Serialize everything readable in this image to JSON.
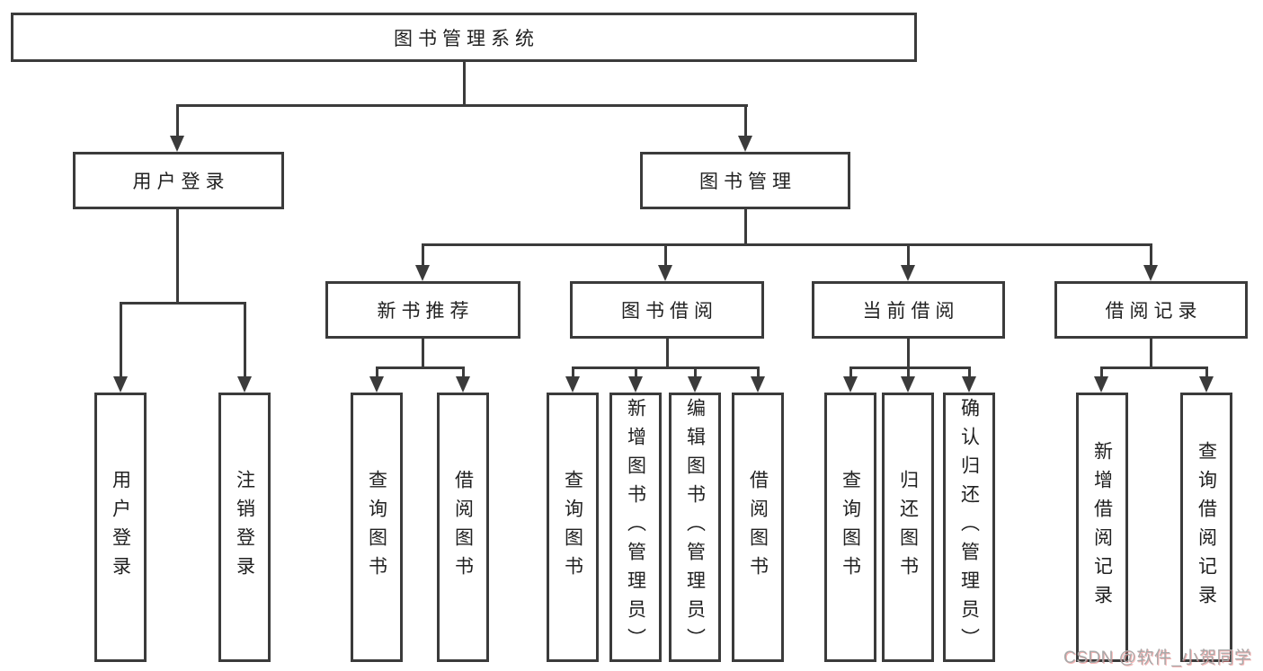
{
  "tree": {
    "root": {
      "label": "图书管理系统"
    },
    "branches": [
      {
        "label": "用户登录",
        "children": [
          {
            "label": "用户登录"
          },
          {
            "label": "注销登录"
          }
        ]
      },
      {
        "label": "图书管理",
        "children": [
          {
            "label": "新书推荐",
            "children": [
              {
                "label": "查询图书"
              },
              {
                "label": "借阅图书"
              }
            ]
          },
          {
            "label": "图书借阅",
            "children": [
              {
                "label": "查询图书"
              },
              {
                "label": "新增图书（管理员）"
              },
              {
                "label": "编辑图书（管理员）"
              },
              {
                "label": "借阅图书"
              }
            ]
          },
          {
            "label": "当前借阅",
            "children": [
              {
                "label": "查询图书"
              },
              {
                "label": "归还图书"
              },
              {
                "label": "确认归还（管理员）"
              }
            ]
          },
          {
            "label": "借阅记录",
            "children": [
              {
                "label": "新增借阅记录"
              },
              {
                "label": "查询借阅记录"
              }
            ]
          }
        ]
      }
    ]
  },
  "watermark": "CSDN @软件_小贺同学",
  "colors": {
    "line": "#3b3b3b",
    "text": "#212121",
    "background": "#ffffff",
    "watermark_gray": "#a8a8a8",
    "watermark_shadow_red": "#ee7878"
  }
}
